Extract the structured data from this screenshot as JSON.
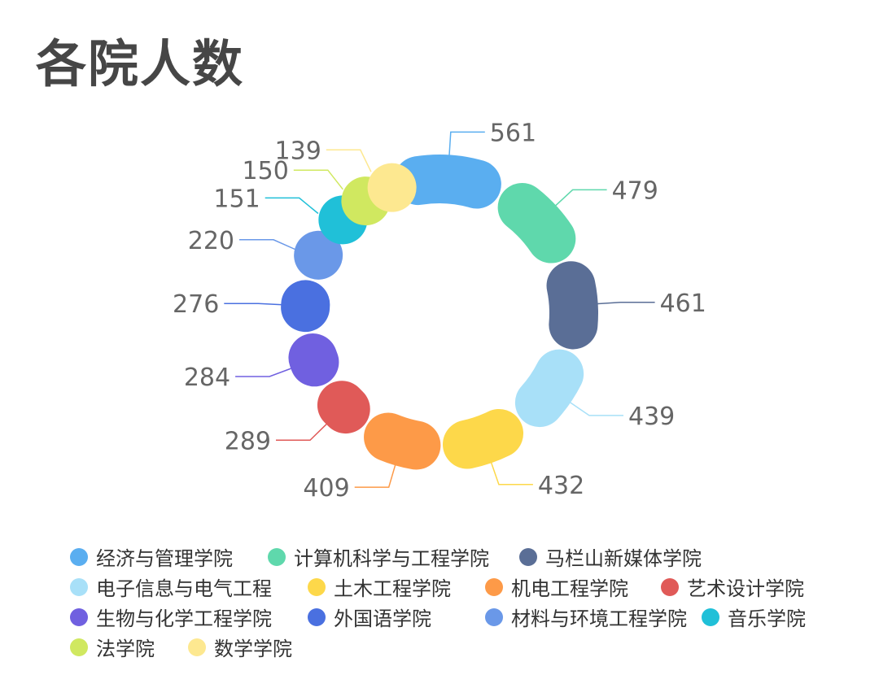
{
  "chart_data": {
    "type": "pie",
    "variant": "donut",
    "title": "各院人数",
    "categories": [
      "经济与管理学院",
      "计算机科学与工程学院",
      "马栏山新媒体学院",
      "电子信息与电气工程",
      "土木工程学院",
      "机电工程学院",
      "艺术设计学院",
      "生物与化学工程学院",
      "外国语学院",
      "材料与环境工程学院",
      "音乐学院",
      "法学院",
      "数学学院"
    ],
    "values": [
      561,
      479,
      461,
      439,
      432,
      409,
      289,
      284,
      276,
      220,
      151,
      150,
      139
    ],
    "colors": [
      "#5aaef0",
      "#5fd8ac",
      "#5a6e96",
      "#a8e0f8",
      "#fdd84a",
      "#fd9a48",
      "#e05a58",
      "#7060e0",
      "#4a70e0",
      "#6a98e8",
      "#20c0d8",
      "#d0e860",
      "#fde890"
    ],
    "legend_position": "bottom",
    "data_labels": true
  }
}
